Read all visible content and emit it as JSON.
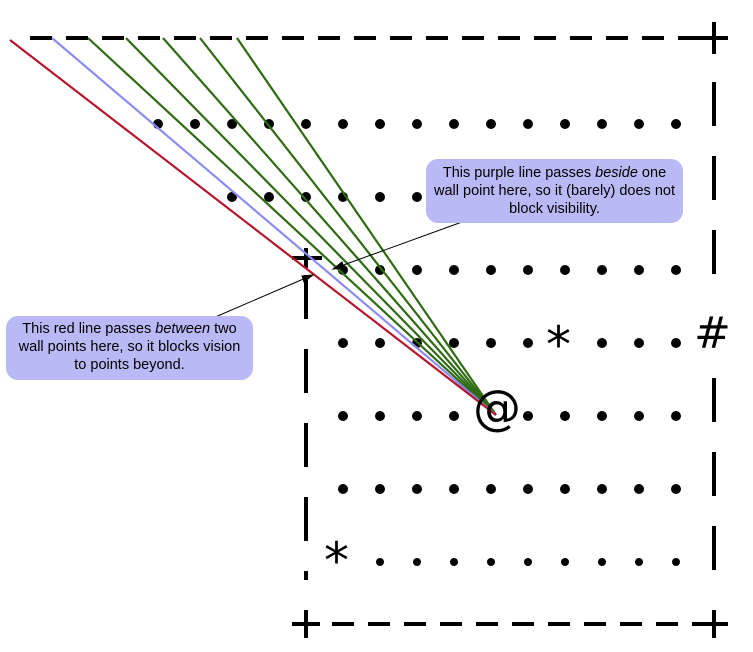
{
  "callouts": {
    "purple": {
      "before": "This purple line passes ",
      "emph": "beside",
      "after": " one wall point here, so it (barely) does not block visibility."
    },
    "red": {
      "before": "This red line passes ",
      "emph": "between",
      "after": " two wall points here, so it blocks vision to points beyond."
    }
  },
  "symbols": {
    "player": "@",
    "star": "*",
    "hash": "#"
  },
  "colors": {
    "red_line": "#b5162e",
    "purple_line": "#8c8cf0",
    "green_line": "#2e6b12",
    "wall": "#000000",
    "callout_bg": "#b9b9f5"
  }
}
